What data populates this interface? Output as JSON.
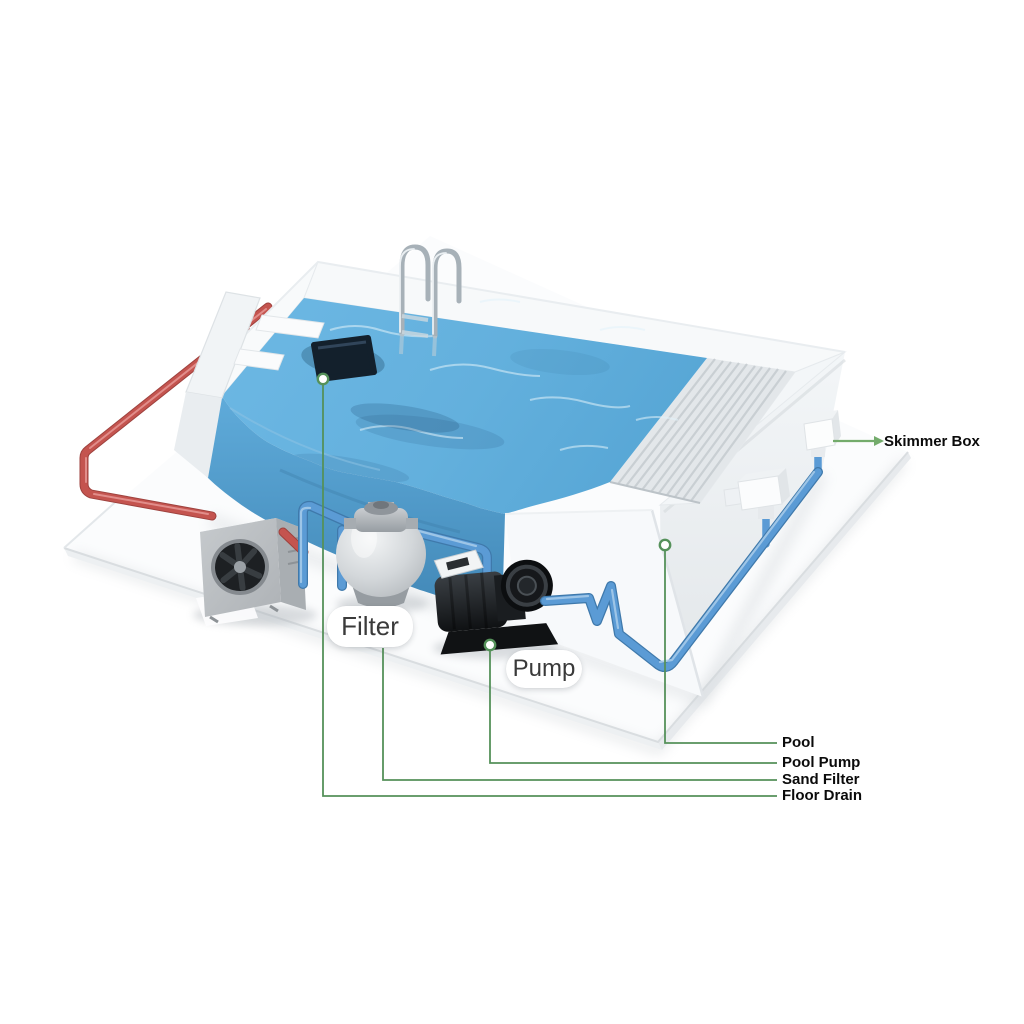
{
  "tags": {
    "filter": "Filter",
    "pump": "Pump"
  },
  "callouts": {
    "skimmer_box": "Skimmer Box",
    "pool": "Pool",
    "pool_pump": "Pool Pump",
    "sand_filter": "Sand Filter",
    "floor_drain": "Floor Drain"
  },
  "icons": {
    "skimmer_arrow": "arrow-right",
    "callout_marker": "circle-dot"
  },
  "colors": {
    "callout_line_green": "#55915a",
    "arrow_green": "#73ab6b",
    "pipe_red": "#c4544f",
    "pipe_blue": "#5b9bd5",
    "water_blue": "#66b3e0",
    "label_text": "#0b0b0b",
    "tag_text": "#3a3a3a"
  }
}
